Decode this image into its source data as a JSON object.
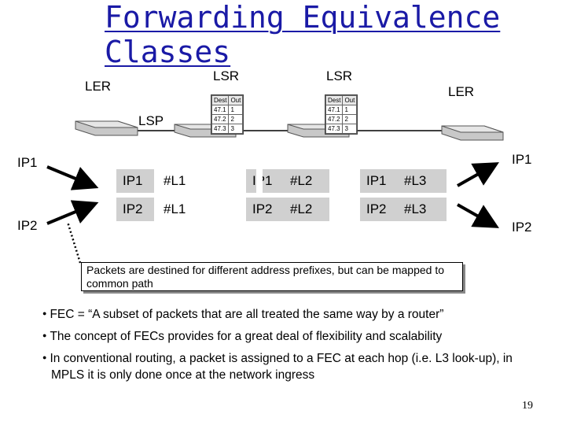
{
  "title_line1": "Forwarding Equivalence",
  "title_line2": "Classes",
  "labels": {
    "ler_left": "LER",
    "lsr_1": "LSR",
    "lsr_2": "LSR",
    "ler_right": "LER",
    "lsp": "LSP"
  },
  "routing_table": {
    "headers": [
      "Dest",
      "Out"
    ],
    "rows": [
      [
        "47.1",
        "1"
      ],
      [
        "47.2",
        "2"
      ],
      [
        "47.3",
        "3"
      ]
    ]
  },
  "ingress": [
    "IP1",
    "IP2"
  ],
  "egress": [
    "IP1",
    "IP2"
  ],
  "hops": [
    {
      "rows": [
        [
          "IP1",
          "#L1"
        ],
        [
          "IP2",
          "#L1"
        ]
      ]
    },
    {
      "rows": [
        [
          "IP1",
          "#L2"
        ],
        [
          "IP2",
          "#L2"
        ]
      ]
    },
    {
      "rows": [
        [
          "IP1",
          "#L3"
        ],
        [
          "IP2",
          "#L3"
        ]
      ]
    }
  ],
  "note": "Packets are destined for different address prefixes, but can be mapped to common path",
  "bullets": [
    "FEC = “A subset of packets that are all treated the same way by a router”",
    "The concept of FECs provides for a great deal of flexibility and scalability",
    "In conventional routing, a packet is assigned to a FEC at each hop (i.e. L3 look-up), in MPLS it is only done once at the network ingress"
  ],
  "page_number": "19"
}
